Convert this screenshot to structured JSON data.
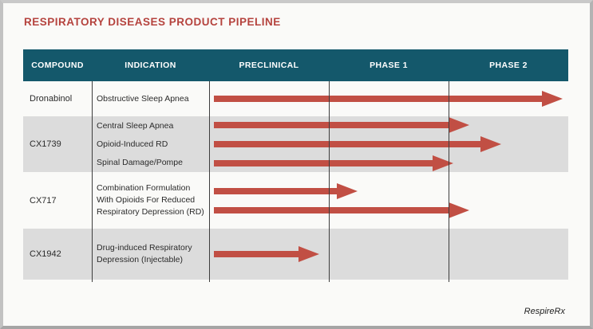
{
  "title": "RESPIRATORY DISEASES PRODUCT PIPELINE",
  "footer": {
    "brand": "RespireRx"
  },
  "colors": {
    "title_red": "#b5433e",
    "arrow_red": "#c14f44",
    "header_teal": "#14586b",
    "row_gray": "#dcdcdc"
  },
  "table": {
    "columns": [
      "COMPOUND",
      "INDICATION",
      "PRECLINICAL",
      "PHASE 1",
      "PHASE 2"
    ],
    "rows": [
      {
        "compound": "Dronabinol",
        "shaded": false,
        "indications": [
          "Obstructive Sleep Apnea"
        ],
        "arrows": [
          {
            "progress": 0.984,
            "stage_reached": "Phase 2 (near completion)"
          }
        ]
      },
      {
        "compound": "CX1739",
        "shaded": true,
        "indications": [
          "Central Sleep Apnea",
          "Opioid-Induced RD",
          "Spinal Damage/Pompe"
        ],
        "arrows": [
          {
            "progress": 0.724,
            "stage_reached": "early Phase 2"
          },
          {
            "progress": 0.813,
            "stage_reached": "Phase 2"
          },
          {
            "progress": 0.68,
            "stage_reached": "entering Phase 2"
          }
        ]
      },
      {
        "compound": "CX717",
        "shaded": false,
        "indications": [
          "Combination Formulation With Opioids For Reduced Respiratory Depression (RD)"
        ],
        "arrows": [
          {
            "progress": 0.413,
            "stage_reached": "entering Phase 1"
          },
          {
            "progress": 0.724,
            "stage_reached": "early Phase 2"
          }
        ]
      },
      {
        "compound": "CX1942",
        "shaded": true,
        "indications": [
          "Drug-induced Respiratory Depression (Injectable)"
        ],
        "arrows": [
          {
            "progress": 0.307,
            "stage_reached": "Preclinical"
          }
        ]
      }
    ]
  },
  "chart_data": {
    "type": "table",
    "title": "RESPIRATORY DISEASES PRODUCT PIPELINE",
    "stages": [
      "PRECLINICAL",
      "PHASE 1",
      "PHASE 2"
    ],
    "stage_span_phases": 3,
    "rows": [
      {
        "compound": "Dronabinol",
        "indication": "Obstructive Sleep Apnea",
        "progress_phases": 2.95
      },
      {
        "compound": "CX1739",
        "indication": "Central Sleep Apnea",
        "progress_phases": 2.17
      },
      {
        "compound": "CX1739",
        "indication": "Opioid-Induced RD",
        "progress_phases": 2.44
      },
      {
        "compound": "CX1739",
        "indication": "Spinal Damage/Pompe",
        "progress_phases": 2.04
      },
      {
        "compound": "CX717",
        "indication": "Combination Formulation With Opioids For Reduced Respiratory Depression (RD)",
        "progress_phases": 1.24
      },
      {
        "compound": "CX717",
        "indication": "Combination Formulation With Opioids For Reduced Respiratory Depression (RD)",
        "progress_phases": 2.17
      },
      {
        "compound": "CX1942",
        "indication": "Drug-induced Respiratory Depression (Injectable)",
        "progress_phases": 0.92
      }
    ],
    "source_label": "RespireRx"
  }
}
